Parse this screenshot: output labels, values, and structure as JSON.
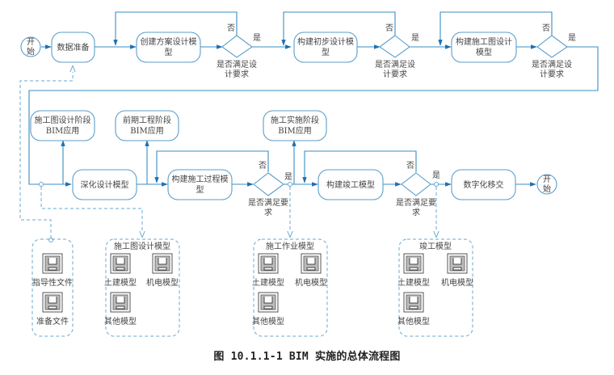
{
  "caption": "图 10.1.1-1 BIM 实施的总体流程图",
  "colors": {
    "line": "#3a8cc4",
    "node_border": "#5b9ec9",
    "dashed": "#6aa8cf",
    "text": "#444444",
    "doc_icon_fill": "#bdbdbd",
    "doc_icon_border": "#555555"
  },
  "nodes": {
    "start": [
      "开",
      "始"
    ],
    "end": [
      "开",
      "始"
    ],
    "data_prep": [
      "数据准备"
    ],
    "scheme_model": [
      "创建方案设计模",
      "型"
    ],
    "prelim_model": [
      "构建初步设计模",
      "型"
    ],
    "construction_drawing_model": [
      "构建施工图设计",
      "模型"
    ],
    "deepen_model": [
      "深化设计模型"
    ],
    "process_model": [
      "构建施工过程模",
      "型"
    ],
    "as_built_model": [
      "构建竣工模型"
    ],
    "digital_handover": [
      "数字化移交"
    ],
    "cd_bim_app": [
      "施工图设计阶段",
      "BIM应用"
    ],
    "early_bim_app": [
      "前期工程阶段",
      "BIM应用"
    ],
    "impl_bim_app": [
      "施工实施阶段",
      "BIM应用"
    ]
  },
  "decisions": {
    "d1": [
      "是否满足设",
      "计要求"
    ],
    "d2": [
      "是否满足设",
      "计要求"
    ],
    "d3": [
      "是否满足设",
      "计要求"
    ],
    "d4": [
      "是否满足要",
      "求"
    ],
    "d5": [
      "是否满足要",
      "求"
    ]
  },
  "labels": {
    "yes": "是",
    "no": "否"
  },
  "repositories": {
    "guide_docs": {
      "title": "",
      "items": [
        "指导性文件",
        "准备文件"
      ]
    },
    "cd_model": {
      "title": "施工图设计模型",
      "items": [
        "土建模型",
        "机电模型",
        "其他模型"
      ]
    },
    "work_model": {
      "title": "施工作业模型",
      "items": [
        "土建模型",
        "机电模型",
        "其他模型"
      ]
    },
    "asbuilt_model": {
      "title": "竣工模型",
      "items": [
        "土建模型",
        "机电模型",
        "其他模型"
      ]
    }
  }
}
